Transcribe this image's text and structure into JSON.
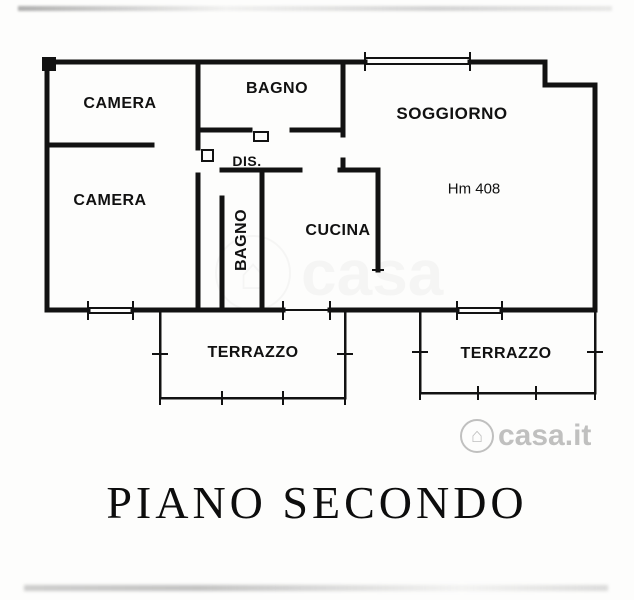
{
  "title": {
    "text": "PIANO SECONDO"
  },
  "rooms": {
    "camera_top": {
      "label": "CAMERA"
    },
    "bagno_top": {
      "label": "BAGNO"
    },
    "soggiorno": {
      "label": "SOGGIORNO"
    },
    "camera_left": {
      "label": "CAMERA"
    },
    "dis": {
      "label": "DIS."
    },
    "bagno_mid": {
      "label": "BAGNO"
    },
    "cucina": {
      "label": "CUCINA"
    },
    "terrazzo_left": {
      "label": "TERRAZZO"
    },
    "terrazzo_right": {
      "label": "TERRAZZO"
    }
  },
  "annotations": {
    "height_note": "Hm 408"
  },
  "watermark": {
    "brand_short": "casa",
    "brand_full": "casa.it",
    "house_glyph": "⌂"
  },
  "colors": {
    "wall": "#121212",
    "background": "#fdfdfc",
    "watermark_gray": "#9b9b9b"
  }
}
